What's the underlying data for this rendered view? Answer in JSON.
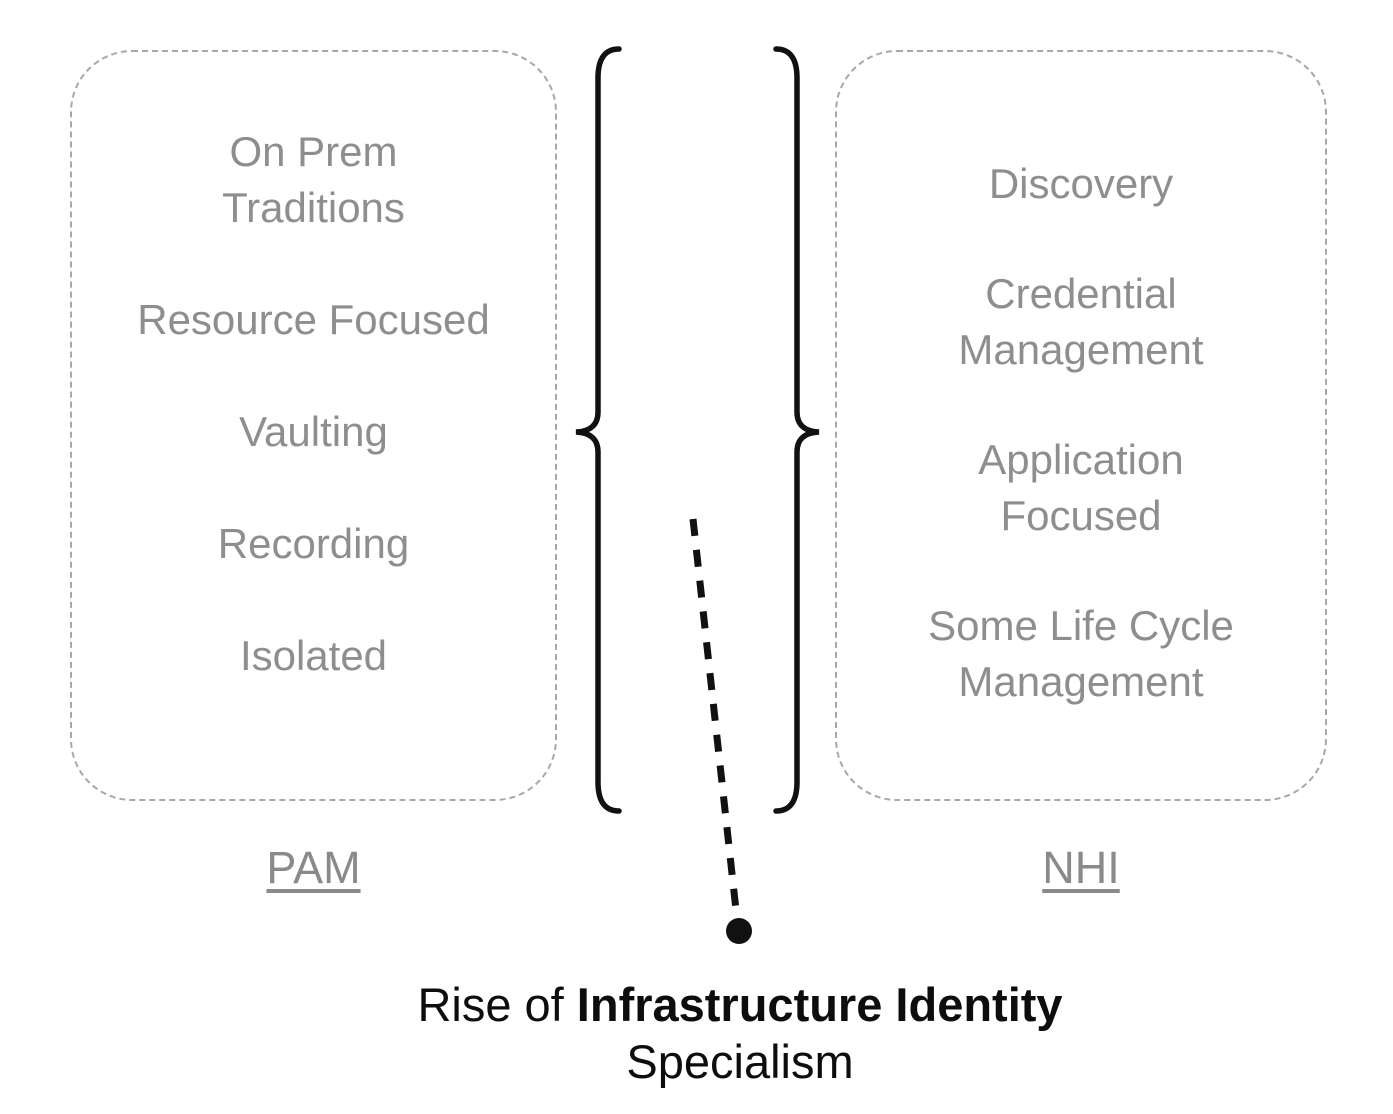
{
  "diagram": {
    "left_box": {
      "label": "PAM",
      "items": [
        [
          "On Prem",
          "Traditions"
        ],
        [
          "Resource Focused"
        ],
        [
          "Vaulting"
        ],
        [
          "Recording"
        ],
        [
          "Isolated"
        ]
      ]
    },
    "right_box": {
      "label": "NHI",
      "items": [
        [
          "Discovery"
        ],
        [
          "Credential",
          "Management"
        ],
        [
          "Application",
          "Focused"
        ],
        [
          "Some Life Cycle",
          "Management"
        ]
      ]
    },
    "caption": {
      "prefix": "Rise of ",
      "bold": "Infrastructure Identity",
      "line2": "Specialism"
    },
    "colors": {
      "muted_text": "#8e8e8e",
      "box_border": "#a8a8a8",
      "ink": "#0d0d0d"
    }
  }
}
